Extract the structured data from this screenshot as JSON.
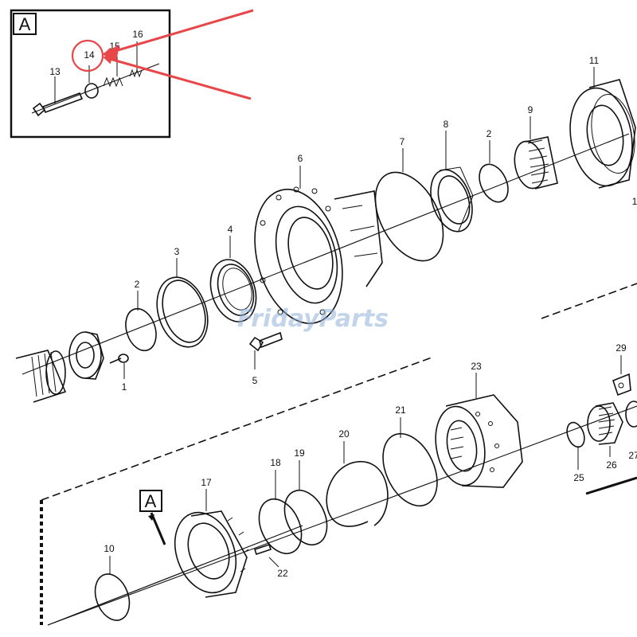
{
  "inset": {
    "box_label": "A"
  },
  "callout": {
    "box_label": "A"
  },
  "watermark": "FridayParts",
  "parts": {
    "p1": "1",
    "p2a": "2",
    "p2b": "2",
    "p3": "3",
    "p4": "4",
    "p5": "5",
    "p6": "6",
    "p7": "7",
    "p8": "8",
    "p9": "9",
    "p10": "10",
    "p11": "11",
    "p11b": "1",
    "p13": "13",
    "p14": "14",
    "p15": "15",
    "p16": "16",
    "p17": "17",
    "p18": "18",
    "p19": "19",
    "p20": "20",
    "p21": "21",
    "p22": "22",
    "p23": "23",
    "p25": "25",
    "p26": "26",
    "p27": "27",
    "p29": "29"
  },
  "colors": {
    "highlight": "#e8474a",
    "watermark": "#8fb0d8",
    "ink": "#111111"
  }
}
